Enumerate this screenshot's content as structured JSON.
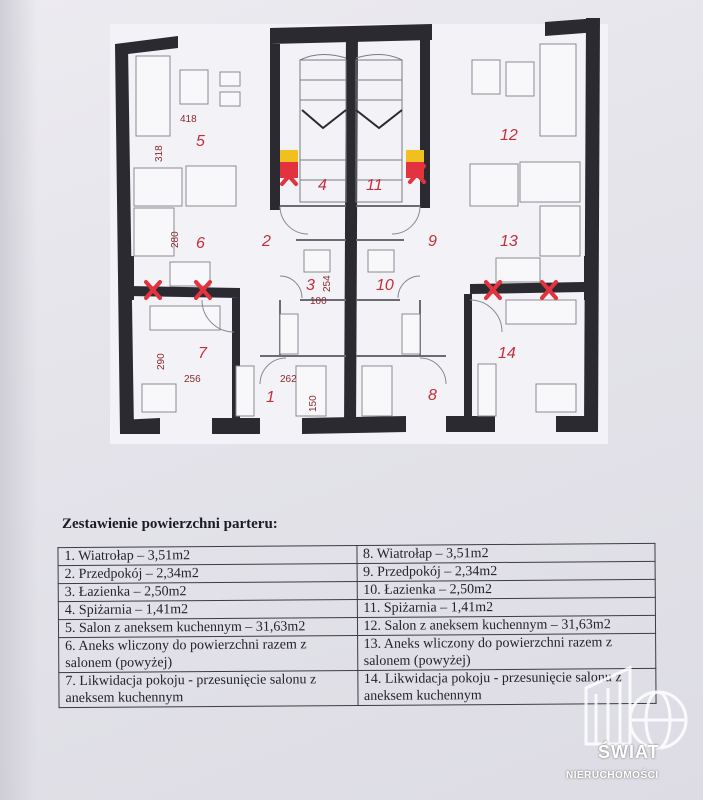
{
  "plan": {
    "rooms": [
      {
        "num": "5"
      },
      {
        "num": "12"
      },
      {
        "num": "4"
      },
      {
        "num": "11"
      },
      {
        "num": "6"
      },
      {
        "num": "2"
      },
      {
        "num": "9"
      },
      {
        "num": "13"
      },
      {
        "num": "3"
      },
      {
        "num": "10"
      },
      {
        "num": "7"
      },
      {
        "num": "14"
      },
      {
        "num": "1"
      },
      {
        "num": "8"
      }
    ],
    "dimensions": [
      "418",
      "318",
      "280",
      "254",
      "100",
      "290",
      "256",
      "262",
      "150"
    ]
  },
  "heading": "Zestawienie powierzchni parteru:",
  "table": [
    [
      "1. Wiatrołap – 3,51m2",
      "8. Wiatrołap – 3,51m2"
    ],
    [
      "2. Przedpokój – 2,34m2",
      "9. Przedpokój – 2,34m2"
    ],
    [
      "3. Łazienka – 2,50m2",
      "10. Łazienka – 2,50m2"
    ],
    [
      "4. Spiżarnia – 1,41m2",
      "11. Spiżarnia – 1,41m2"
    ],
    [
      "5. Salon z aneksem kuchennym – 31,63m2",
      "12. Salon z aneksem kuchennym – 31,63m2"
    ],
    [
      "6. Aneks wliczony do powierzchni razem z salonem (powyżej)",
      "13. Aneks wliczony do powierzchni razem z salonem (powyżej)"
    ],
    [
      "7. Likwidacja pokoju - przesunięcie salonu z aneksem kuchennym",
      "14. Likwidacja pokoju - przesunięcie salonu z aneksem kuchennym"
    ]
  ],
  "watermark": {
    "line1": "ŚWIAT",
    "line2": "NIERUCHOMOŚCI"
  },
  "colors": {
    "wall": "#2a2a30",
    "accent": "#c2303a",
    "marker": "#e2333f",
    "stair": "#f0c020"
  }
}
